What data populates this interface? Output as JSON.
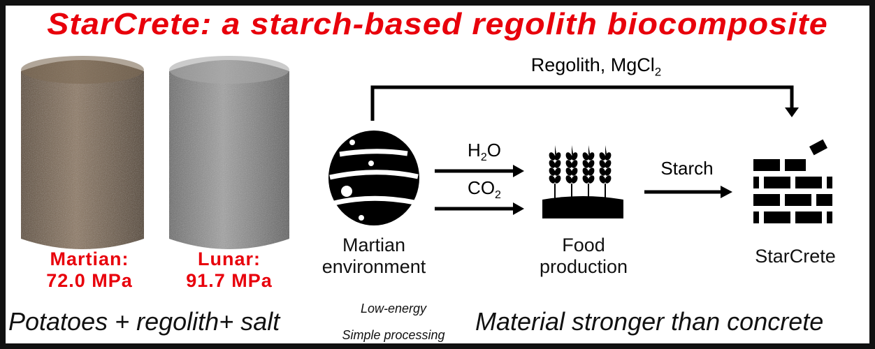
{
  "title": "StarCrete: a starch-based regolith biocomposite",
  "samples": [
    {
      "name": "Martian:",
      "strength": "72.0 MPa",
      "color": "#7a6650"
    },
    {
      "name": "Lunar:",
      "strength": "91.7 MPa",
      "color": "#8a8a8a"
    }
  ],
  "flow": {
    "top_arrow_label": "Regolith, MgCl",
    "top_arrow_sub": "2",
    "h2o": {
      "pre": "H",
      "sub": "2",
      "post": "O"
    },
    "co2": {
      "pre": "CO",
      "sub": "2"
    },
    "starch": "Starch",
    "nodes": [
      {
        "label1": "Martian",
        "label2": "environment",
        "icon": "planet-icon"
      },
      {
        "label1": "Food",
        "label2": "production",
        "icon": "wheat-icon"
      },
      {
        "label1": "StarCrete",
        "icon": "bricks-icon"
      }
    ]
  },
  "bottom": {
    "left": "Potatoes + regolith+ salt",
    "arrow_top": "Low-energy",
    "arrow_bottom": "Simple processing",
    "right": "Material stronger than concrete"
  },
  "colors": {
    "accent": "#e8000b",
    "frame": "#111111"
  }
}
